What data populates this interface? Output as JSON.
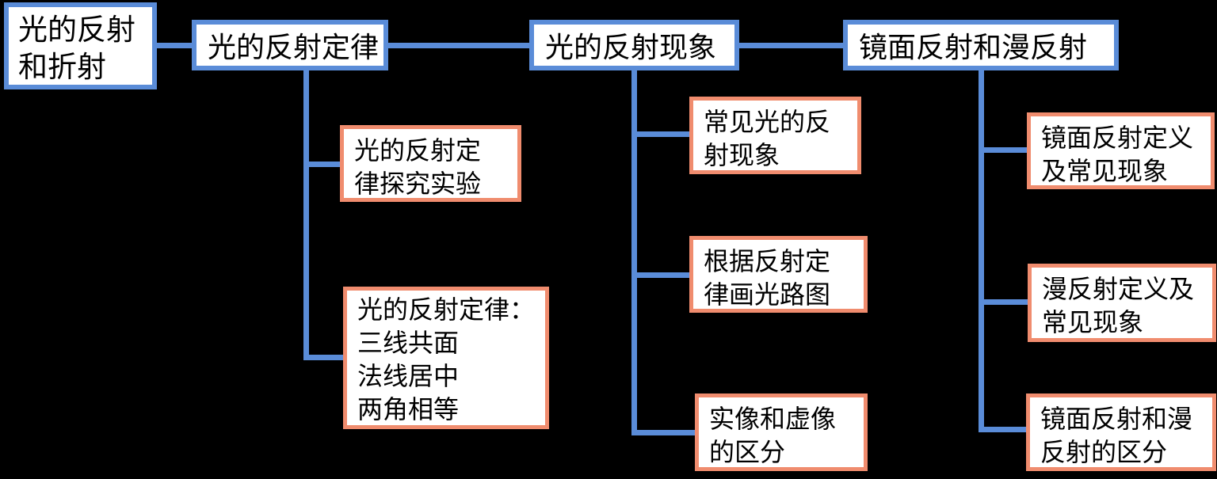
{
  "diagram": {
    "type": "concept-map",
    "topic": "光的反射和折射"
  },
  "colors": {
    "blue": "#5A8CD8",
    "orange": "#F08C6E",
    "box_fill": "#FFFFFF",
    "text": "#000000",
    "bg": "#000000"
  },
  "nodes": {
    "root": {
      "label": "光的反射和折射",
      "text": "光的反射\n和折射"
    },
    "branch_reflection_law": {
      "label": "光的反射定律",
      "text": "光的反射定律"
    },
    "branch_reflection_phenomena": {
      "label": "光的反射现象",
      "text": "光的反射现象"
    },
    "branch_specular_diffuse": {
      "label": "镜面反射和漫反射",
      "text": "镜面反射和漫反射"
    },
    "leaf_law_experiment": {
      "label": "光的反射定律探究实验",
      "text": "光的反射定\n律探究实验"
    },
    "leaf_law_content": {
      "label": "光的反射定律：三线共面 法线居中 两角相等",
      "text": "光的反射定律：\n三线共面\n法线居中\n两角相等"
    },
    "leaf_common_phenomena": {
      "label": "常见光的反射现象",
      "text": "常见光的反\n射现象"
    },
    "leaf_light_path_diagram": {
      "label": "根据反射定律画光路图",
      "text": "根据反射定\n律画光路图"
    },
    "leaf_real_virtual_image": {
      "label": "实像和虚像的区分",
      "text": "实像和虚像\n的区分"
    },
    "leaf_specular_definition": {
      "label": "镜面反射定义及常见现象",
      "text": "镜面反射定义\n及常见现象"
    },
    "leaf_diffuse_definition": {
      "label": "漫反射定义及常见现象",
      "text": "漫反射定义及\n常见现象"
    },
    "leaf_specular_diffuse_distinction": {
      "label": "镜面反射和漫反射的区分",
      "text": "镜面反射和漫\n反射的区分"
    }
  }
}
